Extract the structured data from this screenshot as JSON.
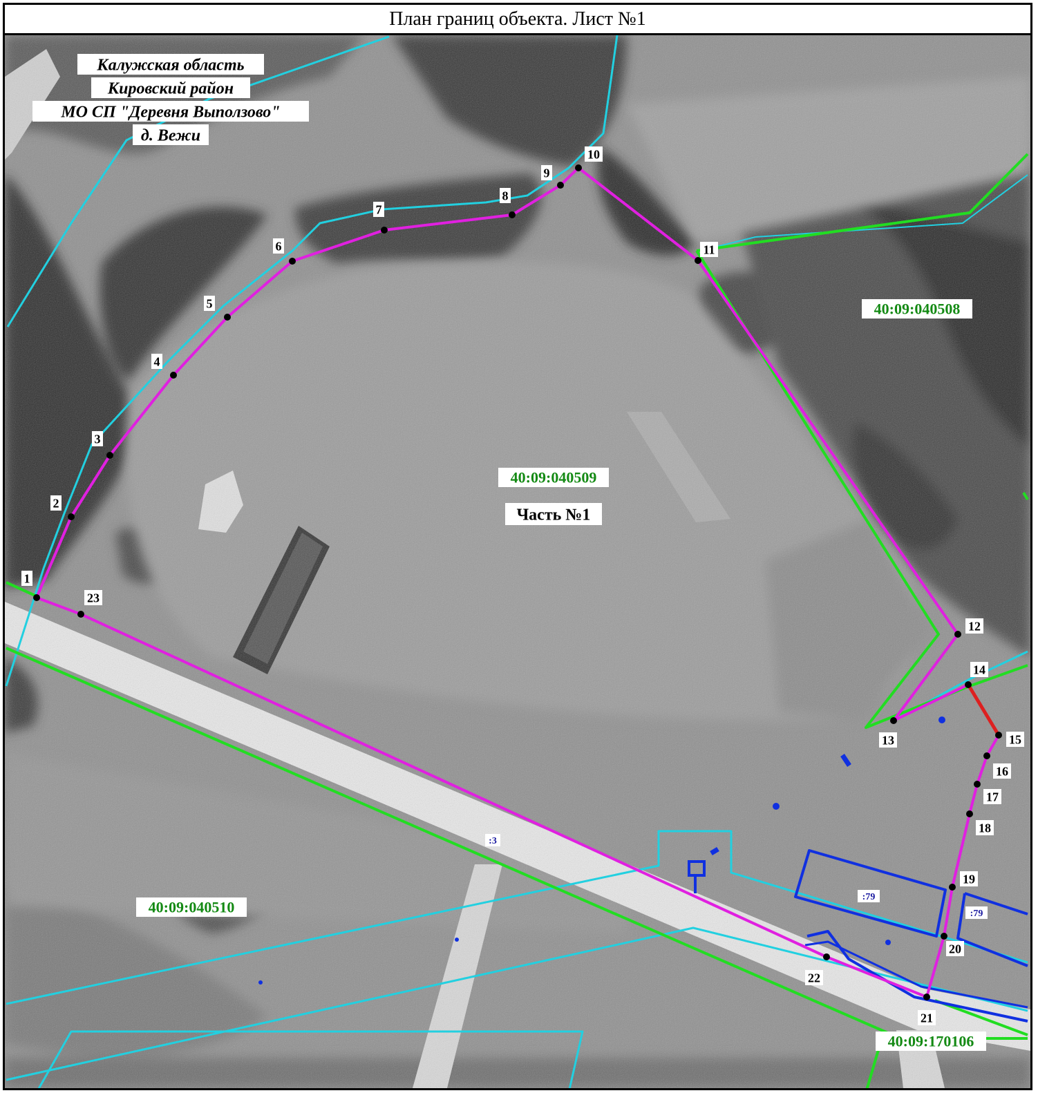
{
  "title": "План границ объекта. Лист №1",
  "region": [
    "Калужская область",
    "Кировский район",
    "МО СП \"Деревня Выползово\"",
    "д. Вежи"
  ],
  "colors": {
    "boundary": "#e020e0",
    "cadastre": "#22dd22",
    "neighbor": "#22d0e0",
    "structure": "#1030e0",
    "segment": "#dd2020",
    "label_green": "#148a14",
    "label_blue": "#1a1aa0"
  },
  "parcel": {
    "number": "40:09:040509",
    "part": "Часть №1"
  },
  "quarters": [
    {
      "id": "q508",
      "label": "40:09:040508"
    },
    {
      "id": "q510",
      "label": "40:09:040510"
    },
    {
      "id": "q170106",
      "label": "40:09:170106"
    }
  ],
  "small_labels": [
    ":3",
    ":79",
    ":79"
  ],
  "points": [
    {
      "n": "1"
    },
    {
      "n": "2"
    },
    {
      "n": "3"
    },
    {
      "n": "4"
    },
    {
      "n": "5"
    },
    {
      "n": "6"
    },
    {
      "n": "7"
    },
    {
      "n": "8"
    },
    {
      "n": "9"
    },
    {
      "n": "10"
    },
    {
      "n": "11"
    },
    {
      "n": "12"
    },
    {
      "n": "13"
    },
    {
      "n": "14"
    },
    {
      "n": "15"
    },
    {
      "n": "16"
    },
    {
      "n": "17"
    },
    {
      "n": "18"
    },
    {
      "n": "19"
    },
    {
      "n": "20"
    },
    {
      "n": "21"
    },
    {
      "n": "22"
    },
    {
      "n": "23"
    }
  ]
}
